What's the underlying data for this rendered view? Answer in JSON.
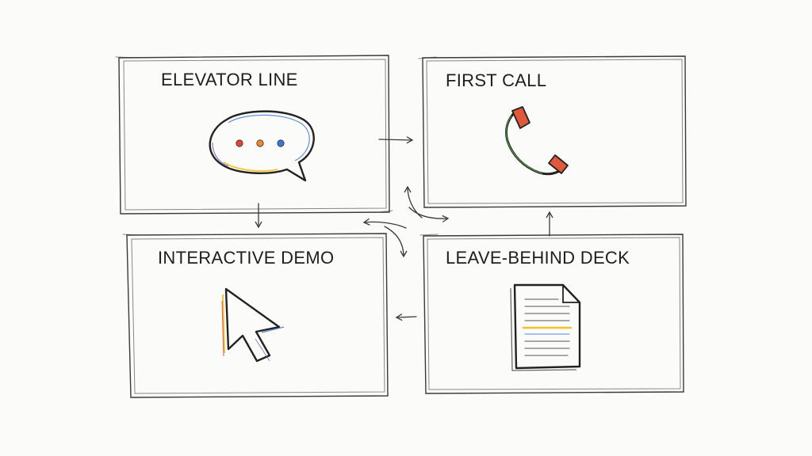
{
  "panels": {
    "elevator": {
      "label": "ELEVATOR LINE",
      "icon": "speech-bubble-icon"
    },
    "first_call": {
      "label": "FIRST CALL",
      "icon": "phone-icon"
    },
    "demo": {
      "label": "INTERACTIVE DEMO",
      "icon": "cursor-icon"
    },
    "deck": {
      "label": "LEAVE-BEHIND DECK",
      "icon": "document-icon"
    }
  },
  "colors": {
    "ink": "#2b2b2b",
    "dot_red": "#e0452f",
    "dot_orange": "#ef8a2a",
    "dot_blue": "#3a78d8",
    "accent_yellow": "#f2c12e",
    "accent_green": "#5bb150",
    "accent_purple": "#7a53c8",
    "phone_red": "#e0593a"
  }
}
